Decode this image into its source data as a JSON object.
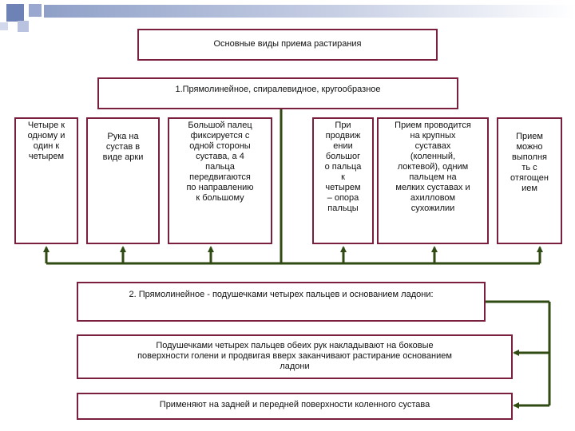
{
  "diagram": {
    "title": "Основные виды приема растирания",
    "method1": "1.Прямолинейное, спиралевидное, кругообразное",
    "method1_details": [
      "Четыре к\nодному и\nодин к\nчетырем",
      "Рука на\nсустав в\nвиде арки",
      "Большой палец\nфиксируется с\nодной стороны\nсустава, а 4\nпальца\nпередвигаются\nпо направлению\nк большому",
      "При\nпродвиж\nении\nбольшог\nо пальца\nк\nчетырем\n– опора\nпальцы",
      "Прием проводится\nна крупных\nсуставах\n(коленный,\nлоктевой), одним\nпальцем на\nмелких суставах и\nахилловом\nсухожилии",
      "Прием\nможно\nвыполня\nть с\nотягощен\nием"
    ],
    "method2": "2. Прямолинейное - подушечками четырех пальцев и основанием ладони:",
    "method2_details": [
      "Подушечками четырех пальцев обеих рук накладывают на боковые\nповерхности голени и продвигая вверх заканчивают растирание основанием\nладони",
      "Применяют на задней и передней поверхности коленного сустава"
    ]
  },
  "colors": {
    "box_border": "#7a1f3d",
    "arrow": "#2f4a12",
    "deco_blue": "#8fa0c8"
  }
}
